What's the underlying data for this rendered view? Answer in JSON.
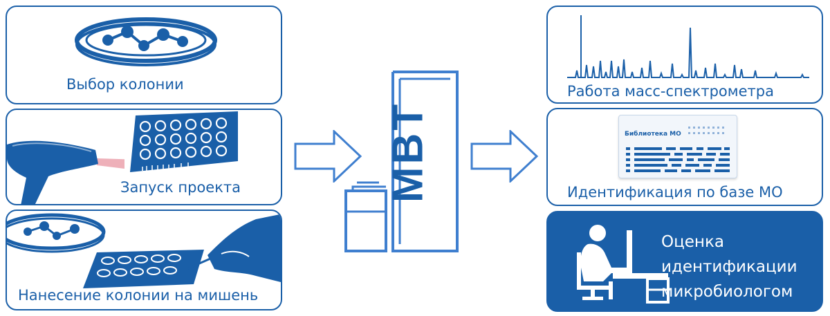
{
  "steps": {
    "colony_selection": "Выбор колонии",
    "project_start": "Запуск проекта",
    "target_application": "Нанесение колонии на мишень",
    "mass_spec": "Работа масс-спектрометра",
    "identification": "Идентификация по базе МО",
    "evaluation": [
      "Оценка",
      "идентификации",
      "микробиологом"
    ]
  },
  "instrument": {
    "label": "MBT"
  },
  "library_card": {
    "title": "Библиотека МО"
  },
  "colors": {
    "primary": "#1a5fa8",
    "outline": "#3f7fcf",
    "laser": "#e0707f"
  }
}
